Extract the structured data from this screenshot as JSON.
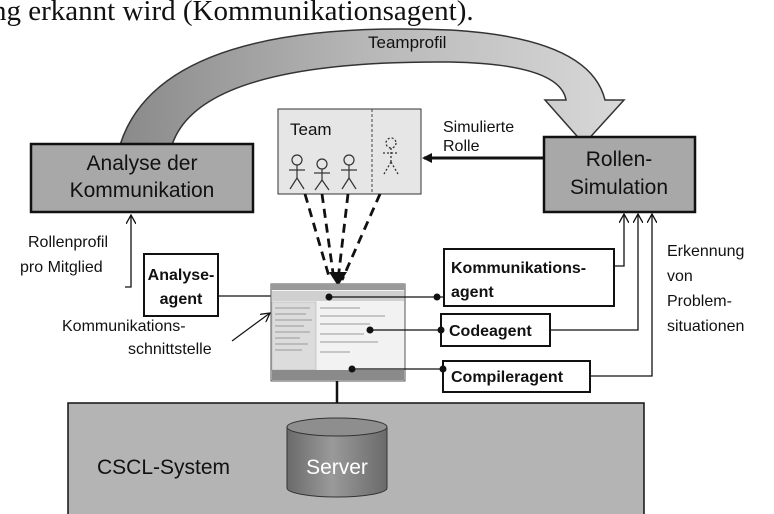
{
  "top_caption": "ng erkannt wird (Kommunikationsagent).",
  "team_profile_label": "Teamprofil",
  "analysis_box": {
    "line1": "Analyse der",
    "line2": "Kommunikation"
  },
  "simulation_box": {
    "line1": "Rollen-",
    "line2": "Simulation"
  },
  "team_panel_label": "Team",
  "simulated_role_label": {
    "line1": "Simulierte",
    "line2": "Rolle"
  },
  "role_profile_label": {
    "line1": "Rollenprofil",
    "line2": "pro Mitglied"
  },
  "analysis_agent": {
    "line1": "Analyse-",
    "line2": "agent"
  },
  "communication_agent": {
    "line1": "Kommunikations-",
    "line2": "agent"
  },
  "code_agent": "Codeagent",
  "compiler_agent": "Compileragent",
  "interface_label": {
    "line1": "Kommunikations-",
    "line2": "schnittstelle"
  },
  "problem_detection_label": {
    "line1": "Erkennung",
    "line2": "von",
    "line3": "Problem-",
    "line4": "situationen"
  },
  "cscl_system_label": "CSCL-System",
  "server_label": "Server",
  "colors": {
    "box_fill": "#a8a8a8",
    "panel_fill": "#e6e6e6",
    "system_fill": "#b4b4b4",
    "server_fill": "#7a7a7a",
    "arrow_fill": "#8c8c8c"
  }
}
